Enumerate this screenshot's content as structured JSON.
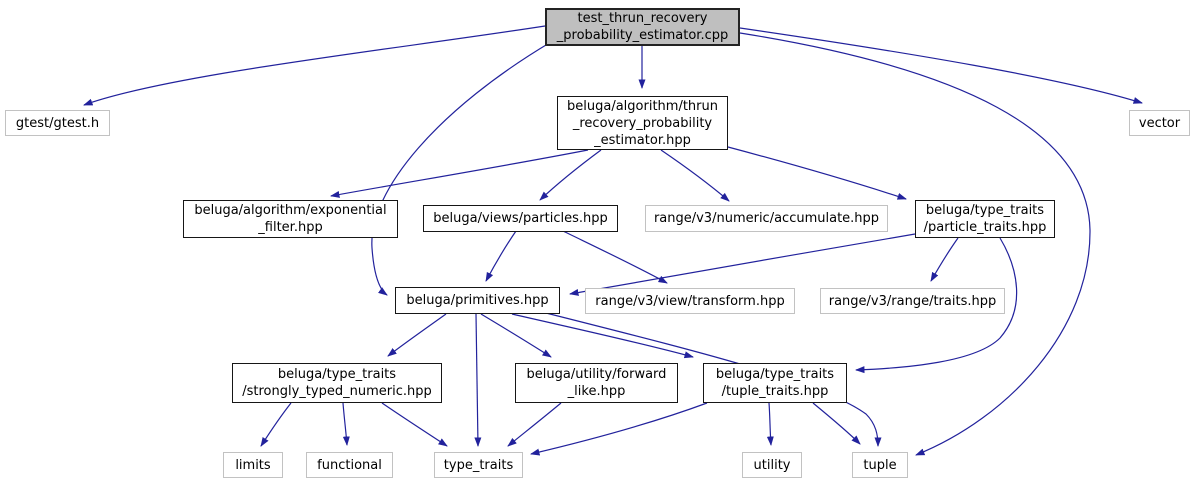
{
  "graph": {
    "type": "include-dependency-graph",
    "background_color": "#ffffff",
    "edge_color": "#22229c",
    "main_node_fill": "#bfbfbf",
    "internal_node_border": "#161616",
    "external_node_border": "#c2c2c2"
  },
  "nodes": {
    "test_cpp": {
      "lines": [
        "test_thrun_recovery",
        "_probability_estimator.cpp"
      ]
    },
    "gtest": {
      "lines": [
        "gtest/gtest.h"
      ]
    },
    "vector": {
      "lines": [
        "vector"
      ]
    },
    "thrun_hpp": {
      "lines": [
        "beluga/algorithm/thrun",
        "_recovery_probability",
        "_estimator.hpp"
      ]
    },
    "exp_filter": {
      "lines": [
        "beluga/algorithm/exponential",
        "_filter.hpp"
      ]
    },
    "particles": {
      "lines": [
        "beluga/views/particles.hpp"
      ]
    },
    "accumulate": {
      "lines": [
        "range/v3/numeric/accumulate.hpp"
      ]
    },
    "particle_traits": {
      "lines": [
        "beluga/type_traits",
        "/particle_traits.hpp"
      ]
    },
    "primitives": {
      "lines": [
        "beluga/primitives.hpp"
      ]
    },
    "transform": {
      "lines": [
        "range/v3/view/transform.hpp"
      ]
    },
    "range_traits": {
      "lines": [
        "range/v3/range/traits.hpp"
      ]
    },
    "strongly_typed": {
      "lines": [
        "beluga/type_traits",
        "/strongly_typed_numeric.hpp"
      ]
    },
    "forward_like": {
      "lines": [
        "beluga/utility/forward",
        "_like.hpp"
      ]
    },
    "tuple_traits": {
      "lines": [
        "beluga/type_traits",
        "/tuple_traits.hpp"
      ]
    },
    "limits": {
      "lines": [
        "limits"
      ]
    },
    "functional": {
      "lines": [
        "functional"
      ]
    },
    "type_traits": {
      "lines": [
        "type_traits"
      ]
    },
    "utility": {
      "lines": [
        "utility"
      ]
    },
    "tuple": {
      "lines": [
        "tuple"
      ]
    }
  }
}
